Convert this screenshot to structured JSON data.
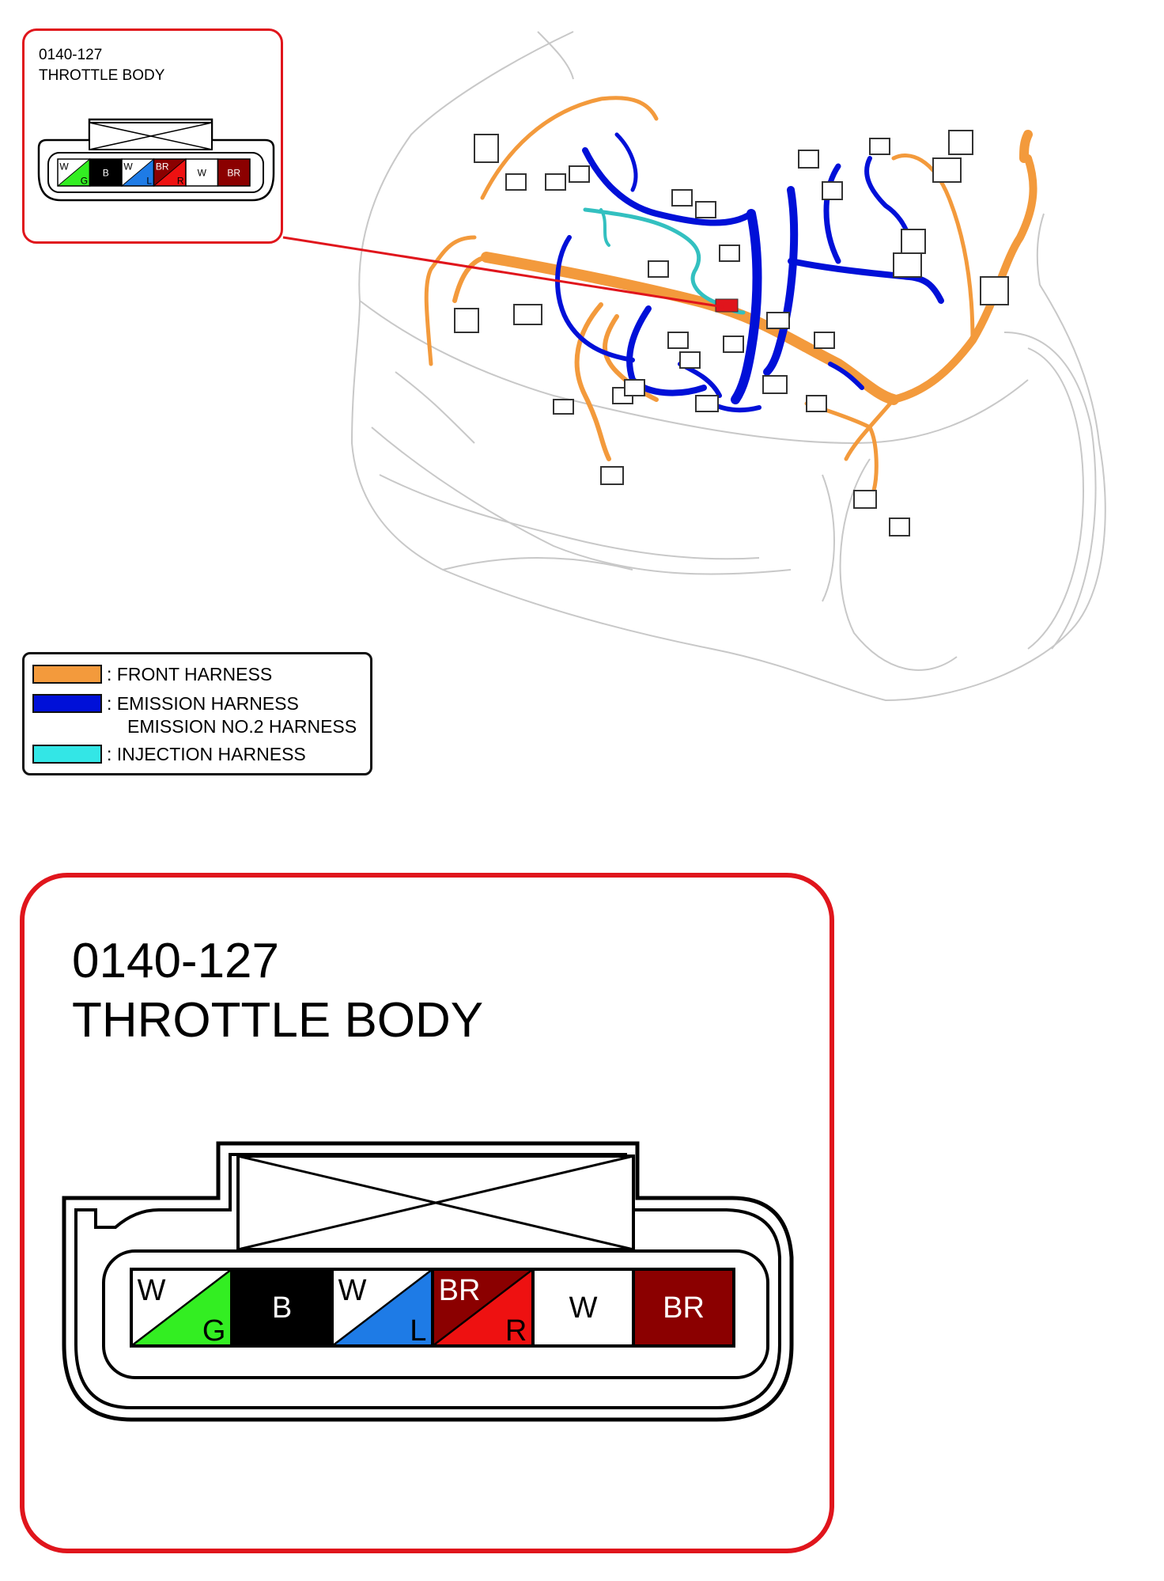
{
  "connector": {
    "code": "0140-127",
    "name": "THROTTLE BODY",
    "pins": [
      {
        "top": "W",
        "bottom": "G",
        "top_color": "#ffffff",
        "bottom_color": "#33ee22",
        "split": true
      },
      {
        "label": "B",
        "color": "#000000",
        "text_color": "#ffffff",
        "split": false
      },
      {
        "top": "W",
        "bottom": "L",
        "top_color": "#ffffff",
        "bottom_color": "#1e7be6",
        "split": true
      },
      {
        "top": "BR",
        "bottom": "R",
        "top_color": "#8b0000",
        "bottom_color": "#ee1111",
        "split": true
      },
      {
        "label": "W",
        "color": "#ffffff",
        "text_color": "#000000",
        "split": false
      },
      {
        "label": "BR",
        "color": "#8b0000",
        "text_color": "#ffffff",
        "split": false
      }
    ]
  },
  "legend": {
    "items": [
      {
        "label": ": FRONT HARNESS",
        "color": "#f39a3c"
      },
      {
        "label": ": EMISSION HARNESS",
        "label2": "EMISSION NO.2 HARNESS",
        "color": "#0010d8"
      },
      {
        "label": ": INJECTION HARNESS",
        "color": "#33e6e6"
      }
    ]
  },
  "colors": {
    "callout_border": "#e0151c",
    "front_harness": "#f39a3c",
    "emission_harness": "#0010d8",
    "injection_harness": "#33c0c0",
    "outline": "#c8c8c8"
  }
}
